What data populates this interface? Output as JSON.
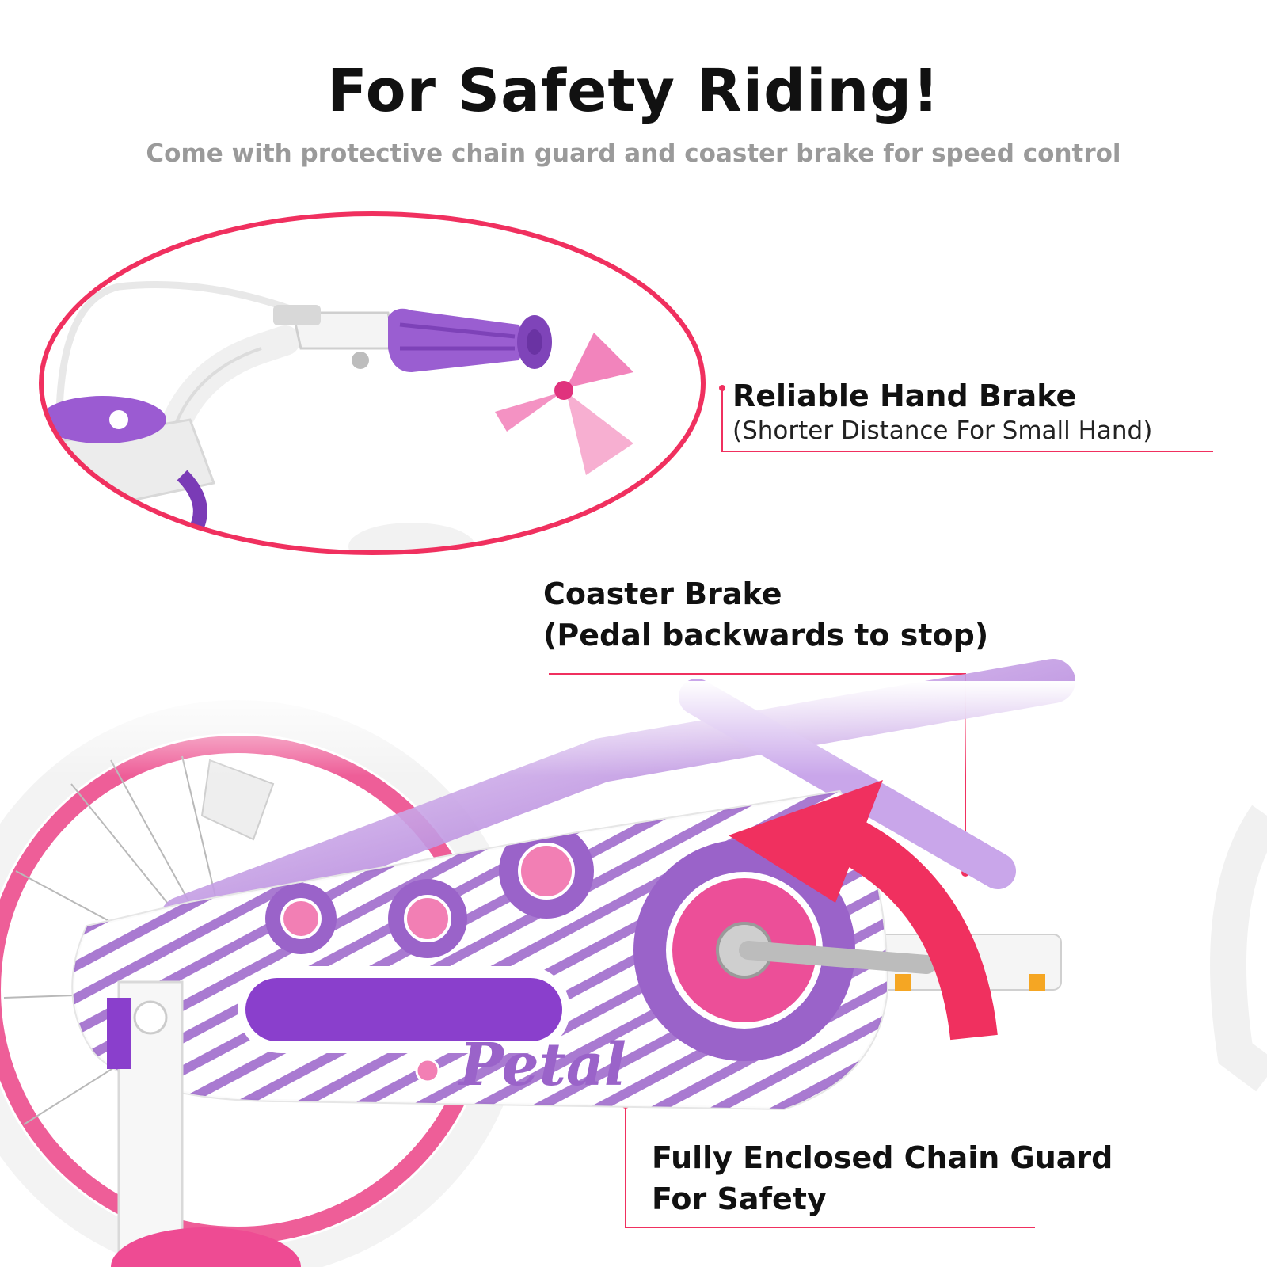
{
  "header": {
    "title": "For Safety Riding!",
    "subtitle": "Come with protective chain guard and coaster brake for speed control"
  },
  "callouts": {
    "hand_brake": {
      "title": "Reliable Hand Brake",
      "detail": "(Shorter Distance For Small Hand)"
    },
    "coaster_brake": {
      "line1": "Coaster Brake",
      "line2": "(Pedal backwards to stop)"
    },
    "chain_guard": {
      "line1": "Fully Enclosed Chain Guard",
      "line2": "For Safety"
    }
  },
  "product_lettering": {
    "guard_logo": "Petal"
  },
  "colors": {
    "accent_pink": "#f0305f",
    "purple": "#9a63c9",
    "light_pink": "#f27fb4"
  }
}
